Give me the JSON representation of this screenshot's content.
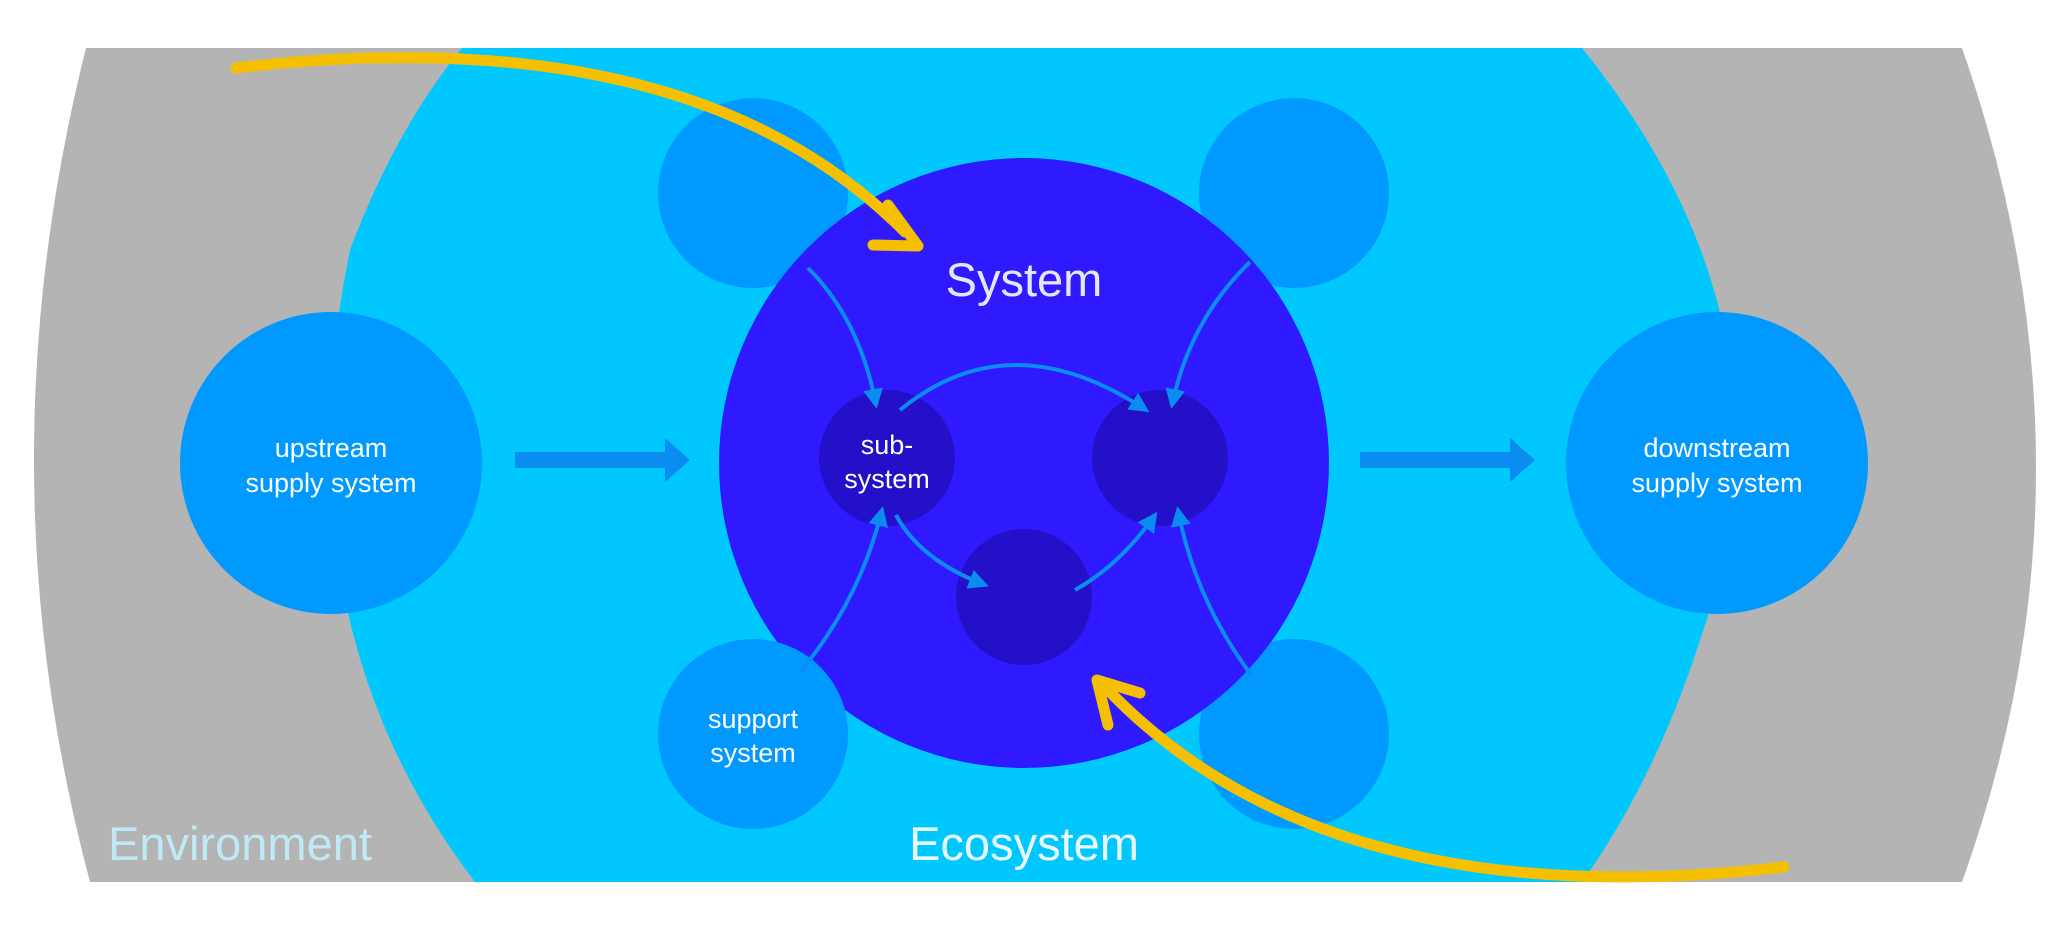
{
  "labels": {
    "environment": "Environment",
    "ecosystem": "Ecosystem",
    "system": "System",
    "upstream": [
      "upstream",
      "supply system"
    ],
    "downstream": [
      "downstream",
      "supply system"
    ],
    "subsystem": [
      "sub-",
      "system"
    ],
    "support": [
      "support",
      "system"
    ]
  },
  "colors": {
    "environment": "#b4b4b4",
    "ecosystem": "#00c8ff",
    "satellite": "#0099ff",
    "system": "#2f1aff",
    "subsystem": "#2410c8",
    "flow_arrow": "#0a8cf0",
    "feedback_arrow": "#f5c000",
    "env_label": "#bfe9f5",
    "eco_label": "#e8f9ff",
    "system_label": "#e6e6ff"
  }
}
